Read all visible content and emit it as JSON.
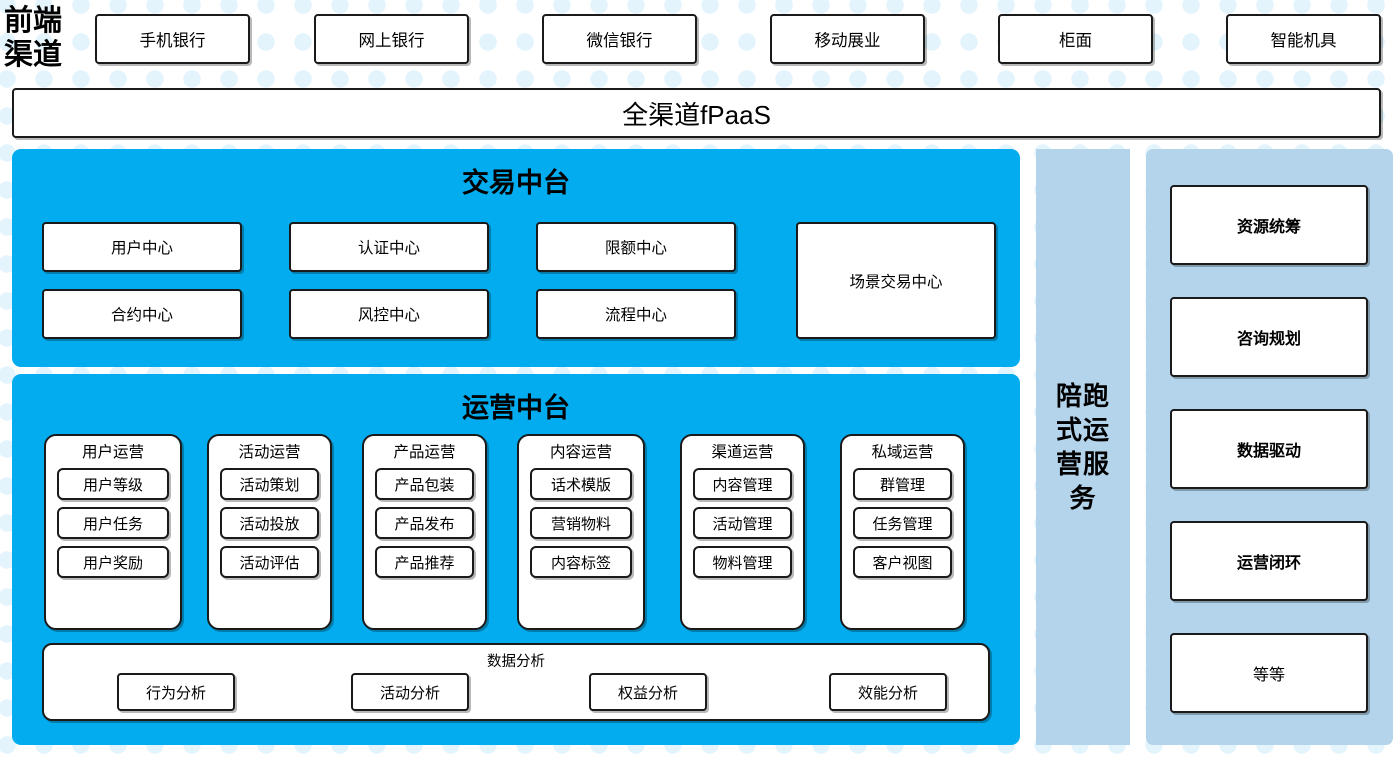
{
  "colors": {
    "primary_blue": "#03ACEE",
    "light_blue": "#B4D4EC",
    "dot_blue": "#E4F4FD",
    "border": "#1A1A1A",
    "box_fill": "#FFFFFF"
  },
  "channel": {
    "label_line1": "前端",
    "label_line2": "渠道",
    "items": [
      {
        "label": "手机银行"
      },
      {
        "label": "网上银行"
      },
      {
        "label": "微信银行"
      },
      {
        "label": "移动展业"
      },
      {
        "label": "柜面"
      },
      {
        "label": "智能机具"
      }
    ]
  },
  "platform_bar": {
    "label": "全渠道fPaaS"
  },
  "trade_center": {
    "title": "交易中台",
    "items": [
      {
        "label": "用户中心"
      },
      {
        "label": "认证中心"
      },
      {
        "label": "限额中心"
      },
      {
        "label": "合约中心"
      },
      {
        "label": "风控中心"
      },
      {
        "label": "流程中心"
      }
    ],
    "tall_item": {
      "label": "场景交易中心"
    }
  },
  "ops_center": {
    "title": "运营中台",
    "groups": [
      {
        "title": "用户运营",
        "items": [
          "用户等级",
          "用户任务",
          "用户奖励"
        ]
      },
      {
        "title": "活动运营",
        "items": [
          "活动策划",
          "活动投放",
          "活动评估"
        ]
      },
      {
        "title": "产品运营",
        "items": [
          "产品包装",
          "产品发布",
          "产品推荐"
        ]
      },
      {
        "title": "内容运营",
        "items": [
          "话术模版",
          "营销物料",
          "内容标签"
        ]
      },
      {
        "title": "渠道运营",
        "items": [
          "内容管理",
          "活动管理",
          "物料管理"
        ]
      },
      {
        "title": "私域运营",
        "items": [
          "群管理",
          "任务管理",
          "客户视图"
        ]
      }
    ],
    "data_analysis": {
      "title": "数据分析",
      "items": [
        "行为分析",
        "活动分析",
        "权益分析",
        "效能分析"
      ]
    }
  },
  "accompany_service": {
    "label": "陪跑式运营服务"
  },
  "value_column": {
    "items": [
      {
        "label": "资源统筹",
        "bold": true
      },
      {
        "label": "咨询规划",
        "bold": true
      },
      {
        "label": "数据驱动",
        "bold": true
      },
      {
        "label": "运营闭环",
        "bold": true
      },
      {
        "label": "等等",
        "bold": false
      }
    ]
  }
}
